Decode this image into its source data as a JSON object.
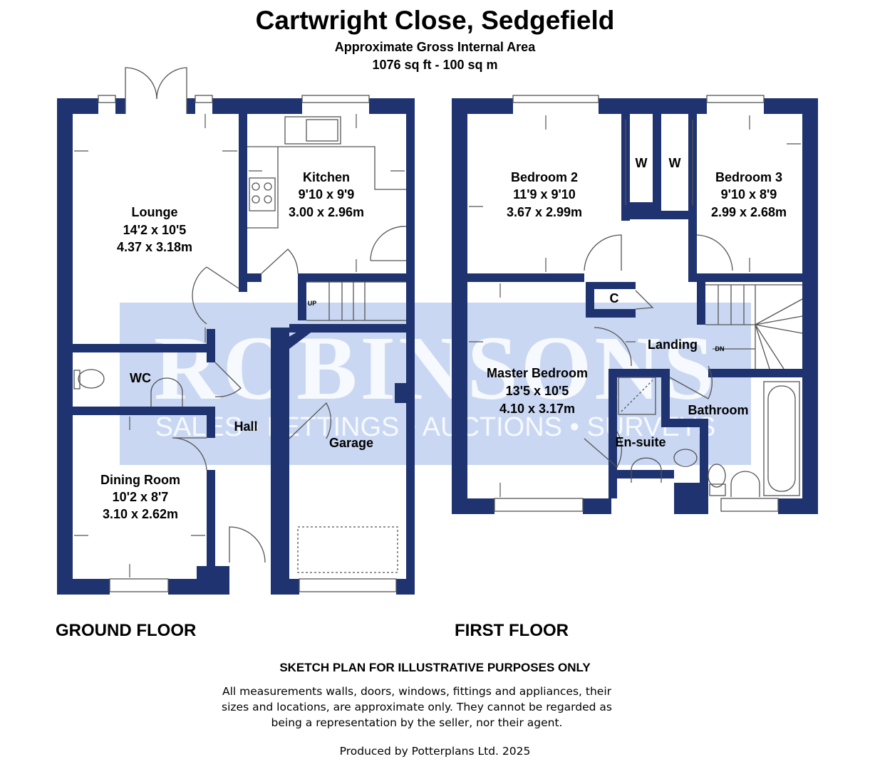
{
  "header": {
    "title": "Cartwright Close, Sedgefield",
    "area_label": "Approximate Gross Internal Area",
    "area_value": "1076 sq ft - 100 sq m"
  },
  "watermark": {
    "brand": "ROBINSONS",
    "tagline": "SALES • LETTINGS • AUCTIONS • SURVEYS",
    "color": "#c9d7f2"
  },
  "colors": {
    "wall": "#1f3370",
    "line": "#555555"
  },
  "ground_floor": {
    "label": "GROUND FLOOR",
    "rooms": {
      "lounge": {
        "name": "Lounge",
        "imperial": "14'2 x 10'5",
        "metric": "4.37 x 3.18m"
      },
      "kitchen": {
        "name": "Kitchen",
        "imperial": "9'10 x 9'9",
        "metric": "3.00 x 2.96m"
      },
      "wc": {
        "name": "WC"
      },
      "hall": {
        "name": "Hall"
      },
      "garage": {
        "name": "Garage"
      },
      "dining": {
        "name": "Dining Room",
        "imperial": "10'2 x 8'7",
        "metric": "3.10 x 2.62m"
      }
    },
    "stairs_label": "UP"
  },
  "first_floor": {
    "label": "FIRST FLOOR",
    "rooms": {
      "bedroom2": {
        "name": "Bedroom 2",
        "imperial": "11'9 x 9'10",
        "metric": "3.67 x 2.99m"
      },
      "bedroom3": {
        "name": "Bedroom 3",
        "imperial": "9'10 x 8'9",
        "metric": "2.99 x 2.68m"
      },
      "wardrobe1": {
        "name": "W"
      },
      "wardrobe2": {
        "name": "W"
      },
      "cupboard": {
        "name": "C"
      },
      "landing": {
        "name": "Landing"
      },
      "master": {
        "name": "Master Bedroom",
        "imperial": "13'5 x 10'5",
        "metric": "4.10 x 3.17m"
      },
      "bathroom": {
        "name": "Bathroom"
      },
      "ensuite": {
        "name": "En-suite"
      }
    },
    "stairs_label": "DN"
  },
  "disclaimer": {
    "heading": "SKETCH PLAN FOR ILLUSTRATIVE PURPOSES ONLY",
    "line1": "All measurements walls, doors, windows, fittings and appliances, their",
    "line2": "sizes and locations, are approximate only. They cannot be regarded as",
    "line3": "being a representation by the seller, nor their agent.",
    "produced": "Produced by Potterplans Ltd. 2025"
  }
}
